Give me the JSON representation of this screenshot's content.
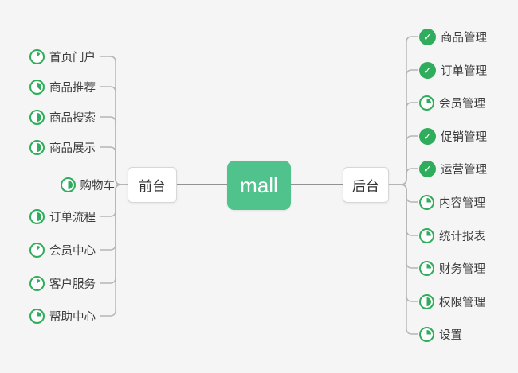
{
  "center": {
    "label": "mall"
  },
  "branches": [
    {
      "side": "left",
      "label": "前台",
      "items": [
        {
          "label": "首页门户",
          "progress": "1/8"
        },
        {
          "label": "商品推荐",
          "progress": "3/8"
        },
        {
          "label": "商品搜索",
          "progress": "1/2"
        },
        {
          "label": "商品展示",
          "progress": "1/2"
        },
        {
          "label": "购物车",
          "progress": "1/2"
        },
        {
          "label": "订单流程",
          "progress": "1/2"
        },
        {
          "label": "会员中心",
          "progress": "1/8"
        },
        {
          "label": "客户服务",
          "progress": "1/8"
        },
        {
          "label": "帮助中心",
          "progress": "1/4"
        }
      ]
    },
    {
      "side": "right",
      "label": "后台",
      "items": [
        {
          "label": "商品管理",
          "progress": "done"
        },
        {
          "label": "订单管理",
          "progress": "done"
        },
        {
          "label": "会员管理",
          "progress": "1/4"
        },
        {
          "label": "促销管理",
          "progress": "done"
        },
        {
          "label": "运营管理",
          "progress": "done"
        },
        {
          "label": "内容管理",
          "progress": "1/4"
        },
        {
          "label": "统计报表",
          "progress": "1/4"
        },
        {
          "label": "财务管理",
          "progress": "1/4"
        },
        {
          "label": "权限管理",
          "progress": "1/2"
        },
        {
          "label": "设置",
          "progress": "1/4"
        }
      ]
    }
  ],
  "icons": {
    "done_icon": "check-icon",
    "done_glyph": "✓",
    "partial_icon": "progress-pie-icon"
  },
  "colors": {
    "background": "#f4f5f4",
    "center_node_fill": "#50c28c",
    "center_node_text": "#ffffff",
    "progress_green": "#2fad5c",
    "branch_node_fill": "#ffffff",
    "branch_node_border": "#d6d8d6",
    "connector_line": "#b3b6b3",
    "main_line": "#909390",
    "item_text": "#3c3c3c"
  }
}
